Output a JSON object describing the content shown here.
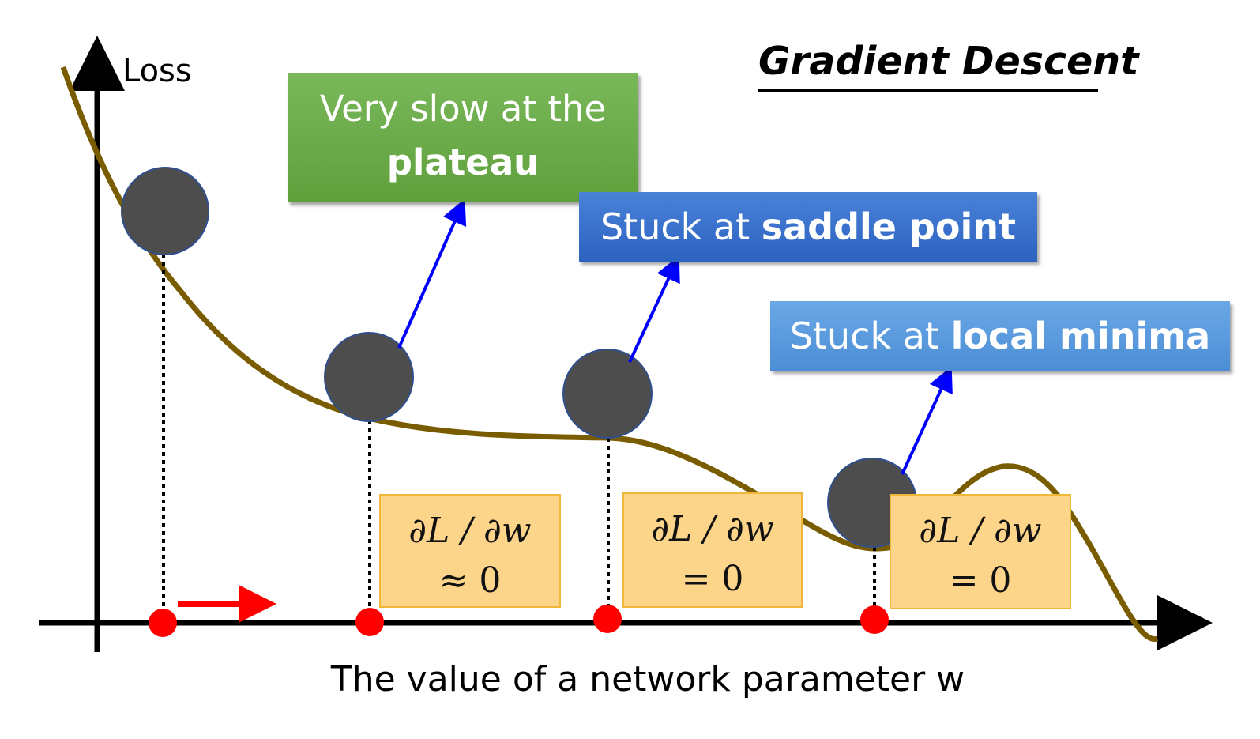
{
  "title": "Gradient Descent",
  "y_axis_label": "Loss",
  "x_axis_label": "The value of a network parameter w",
  "callouts": {
    "plateau": {
      "line1": "Very slow at the",
      "line2_bold": "plateau"
    },
    "saddle": {
      "prefix": "Stuck at ",
      "bold": "saddle point"
    },
    "local_minima": {
      "prefix": "Stuck at ",
      "bold": "local minima"
    }
  },
  "gradient_boxes": [
    {
      "expr": "∂L / ∂w",
      "value": "≈ 0"
    },
    {
      "expr": "∂L / ∂w",
      "value": "= 0"
    },
    {
      "expr": "∂L / ∂w",
      "value": "= 0"
    }
  ],
  "colors": {
    "curve": "#7a5c00",
    "ball": "#4d4d4d",
    "point": "#ff0000",
    "arrow": "#0000ff",
    "plateau_box": "#70ad47",
    "saddle_box": "#4472c4",
    "local_minima_box": "#5b9bd5",
    "gradient_box": "#ffd58a"
  }
}
